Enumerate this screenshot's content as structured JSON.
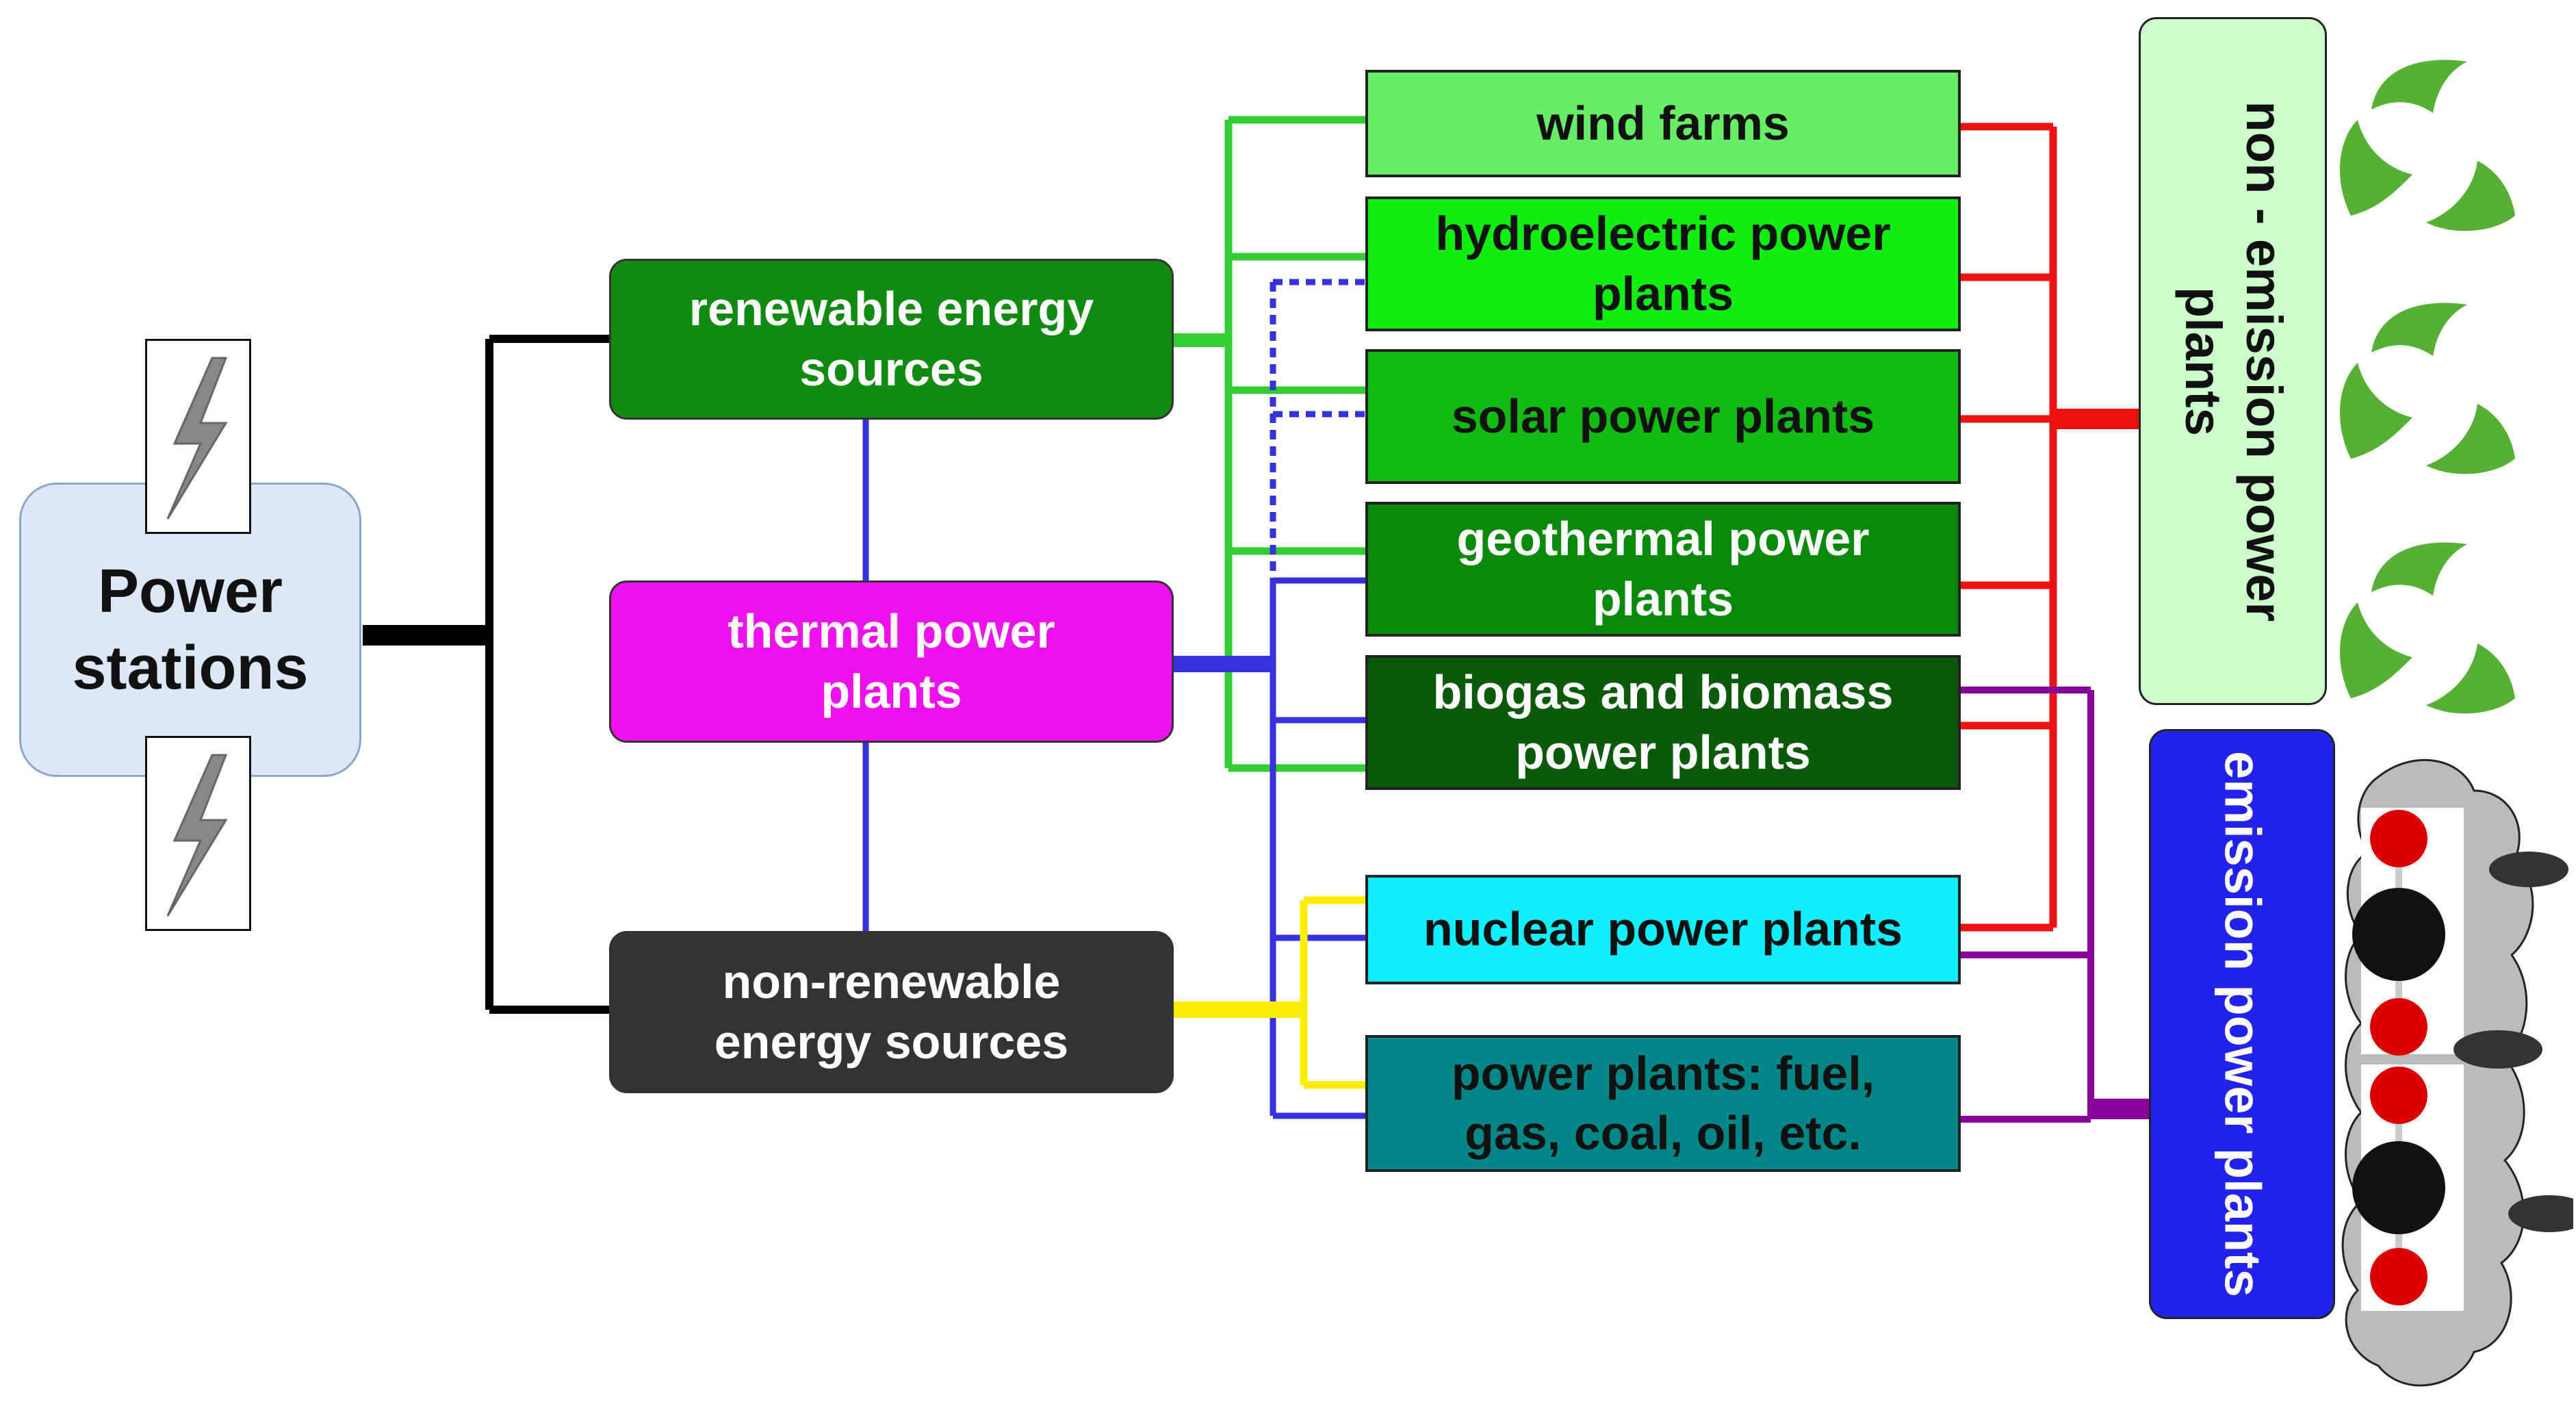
{
  "colors": {
    "black_line": "#000000",
    "renewable_line": "#33cc33",
    "thermal_line": "#3333dd",
    "nonrenewable_line": "#ffee00",
    "non_emission_line": "#ee1111",
    "emission_line": "#880099"
  },
  "root": {
    "label": "Power stations",
    "bg": "#dce8f7",
    "icons": [
      "lightning-bolt-icon",
      "lightning-bolt-icon"
    ]
  },
  "categories": [
    {
      "label": "renewable energy sources",
      "bg": "#108a10"
    },
    {
      "label": "thermal power plants",
      "bg": "#ee11ee"
    },
    {
      "label": "non-renewable energy sources",
      "bg": "#333333"
    }
  ],
  "plants": [
    {
      "label": "wind farms",
      "bg": "#66ee66"
    },
    {
      "label": "hydroelectric power plants",
      "bg": "#11ee11"
    },
    {
      "label": "solar power plants",
      "bg": "#11bb11"
    },
    {
      "label": "geothermal power plants",
      "bg": "#0a8a0a"
    },
    {
      "label": "biogas and biomass power plants",
      "bg": "#0a5a0a"
    },
    {
      "label": "nuclear power plants",
      "bg": "#11eeff"
    },
    {
      "label": "power plants: fuel, gas, coal, oil, etc.",
      "bg": "#008888"
    }
  ],
  "outcomes": {
    "non_emission": {
      "label": "non - emission power plants",
      "bg": "#ccffcc",
      "icon": "recycling-leaves-icon"
    },
    "emission": {
      "label": "emission power plants",
      "bg": "#2222ee",
      "icon": "co2-molecule-cloud-icon"
    }
  }
}
